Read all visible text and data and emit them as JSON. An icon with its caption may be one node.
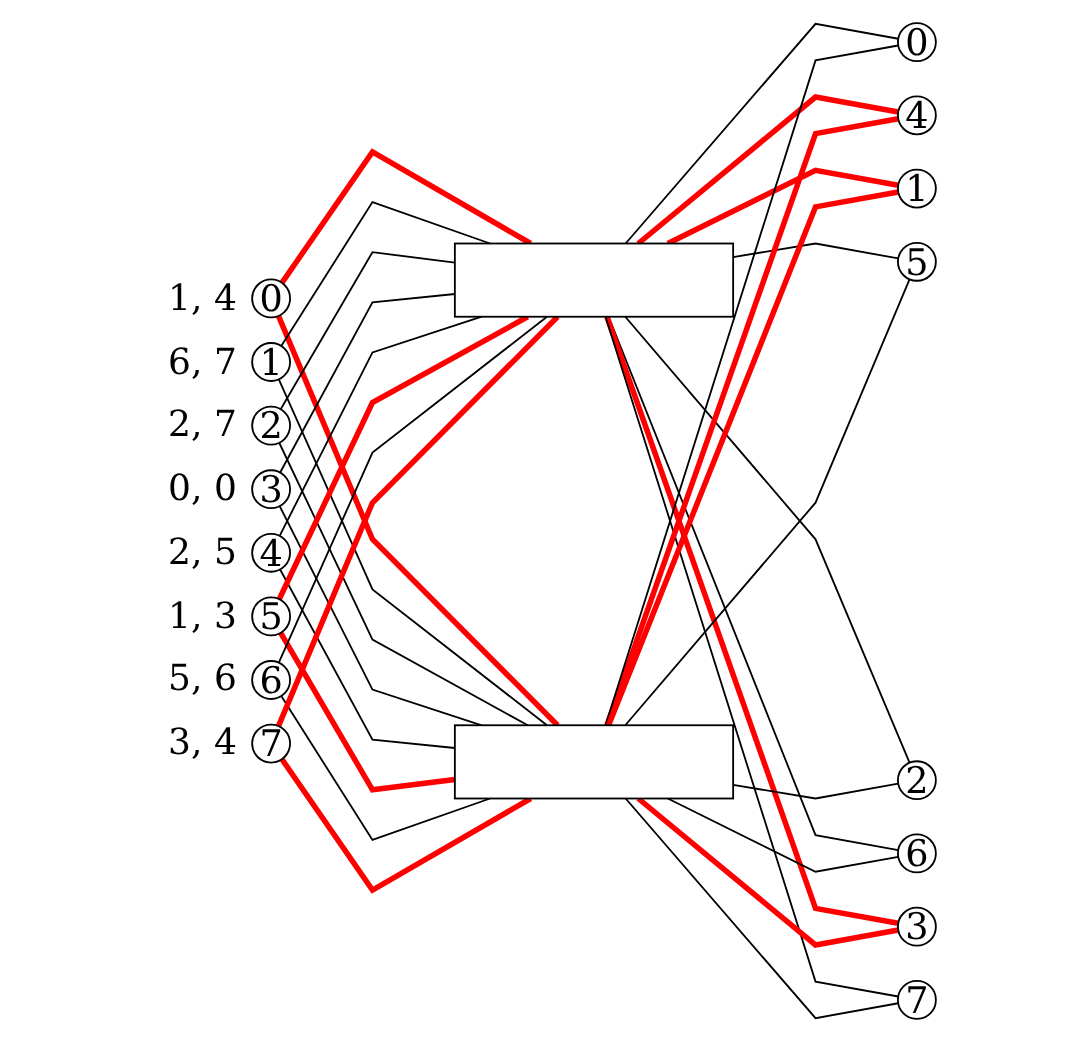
{
  "diagram": {
    "nodes": [
      {
        "text": [
          "0"
        ],
        "beside": [
          "1, 4"
        ]
      },
      {
        "text": [
          "1"
        ],
        "beside": [
          "6, 7"
        ]
      },
      {
        "text": [
          "2"
        ],
        "beside": [
          "2, 7"
        ]
      },
      {
        "text": [
          "3"
        ],
        "beside": [
          "0, 0"
        ]
      },
      {
        "text": [
          "4"
        ],
        "beside": [
          "2, 5"
        ]
      },
      {
        "text": [
          "5"
        ],
        "beside": [
          "1, 3"
        ]
      },
      {
        "text": [
          "6"
        ],
        "beside": [
          "5, 6"
        ]
      },
      {
        "text": [
          "7"
        ],
        "beside": [
          "3, 4"
        ]
      },
      {
        "text": [],
        "shape": "box"
      },
      {
        "text": [],
        "shape": "box"
      },
      {
        "text": [
          "0"
        ]
      },
      {
        "text": [
          "1"
        ]
      },
      {
        "text": [
          "2"
        ]
      },
      {
        "text": [
          "3"
        ]
      },
      {
        "text": [
          "4"
        ]
      },
      {
        "text": [
          "5"
        ]
      },
      {
        "text": [
          "6"
        ]
      },
      {
        "text": [
          "7"
        ]
      }
    ],
    "edges": [
      {
        "from": 0,
        "to": 8,
        "arrow": "none",
        "style": "thick",
        "color": "#ff0000"
      },
      {
        "from": 0,
        "to": 9,
        "arrow": "none",
        "style": "thick",
        "color": "#ff0000"
      },
      {
        "from": 1,
        "to": 8,
        "arrow": "none"
      },
      {
        "from": 1,
        "to": 9,
        "arrow": "none"
      },
      {
        "from": 2,
        "to": 8,
        "arrow": "none"
      },
      {
        "from": 2,
        "to": 9,
        "arrow": "none"
      },
      {
        "from": 3,
        "to": 8,
        "arrow": "none"
      },
      {
        "from": 3,
        "to": 9,
        "arrow": "none"
      },
      {
        "from": 4,
        "to": 9,
        "arrow": "none"
      },
      {
        "from": 4,
        "to": 8,
        "arrow": "none"
      },
      {
        "from": 5,
        "to": 9,
        "arrow": "none",
        "style": "thick",
        "color": "#ff0000"
      },
      {
        "from": 5,
        "to": 8,
        "arrow": "none",
        "style": "thick",
        "color": "#ff0000"
      },
      {
        "from": 6,
        "to": 9,
        "arrow": "none"
      },
      {
        "from": 6,
        "to": 8,
        "arrow": "none"
      },
      {
        "from": 7,
        "to": 9,
        "arrow": "none",
        "style": "thick",
        "color": "#ff0000"
      },
      {
        "from": 7,
        "to": 8,
        "arrow": "none",
        "style": "thick",
        "color": "#ff0000"
      },
      {
        "from": 8,
        "to": 10,
        "arrow": "none"
      },
      {
        "from": 8,
        "to": 14,
        "arrow": "none",
        "style": "thick",
        "color": "#ff0000"
      },
      {
        "from": 8,
        "to": 11,
        "arrow": "none",
        "style": "thick",
        "color": "#ff0000"
      },
      {
        "from": 8,
        "to": 15,
        "arrow": "none"
      },
      {
        "from": 8,
        "to": 12,
        "arrow": "none"
      },
      {
        "from": 8,
        "to": 16,
        "arrow": "none"
      },
      {
        "from": 8,
        "to": 13,
        "arrow": "none",
        "style": "thick",
        "color": "#ff0000"
      },
      {
        "from": 8,
        "to": 17,
        "arrow": "none"
      },
      {
        "from": 9,
        "to": 14,
        "arrow": "none",
        "style": "thick",
        "color": "#ff0000"
      },
      {
        "from": 9,
        "to": 10,
        "arrow": "none"
      },
      {
        "from": 9,
        "to": 15,
        "arrow": "none"
      },
      {
        "from": 9,
        "to": 11,
        "arrow": "none",
        "style": "thick",
        "color": "#ff0000"
      },
      {
        "from": 9,
        "to": 16,
        "arrow": "none"
      },
      {
        "from": 9,
        "to": 12,
        "arrow": "none"
      },
      {
        "from": 9,
        "to": 17,
        "arrow": "none"
      },
      {
        "from": 9,
        "to": 13,
        "arrow": "none",
        "style": "thick",
        "color": "#ff0000"
      }
    ]
  }
}
